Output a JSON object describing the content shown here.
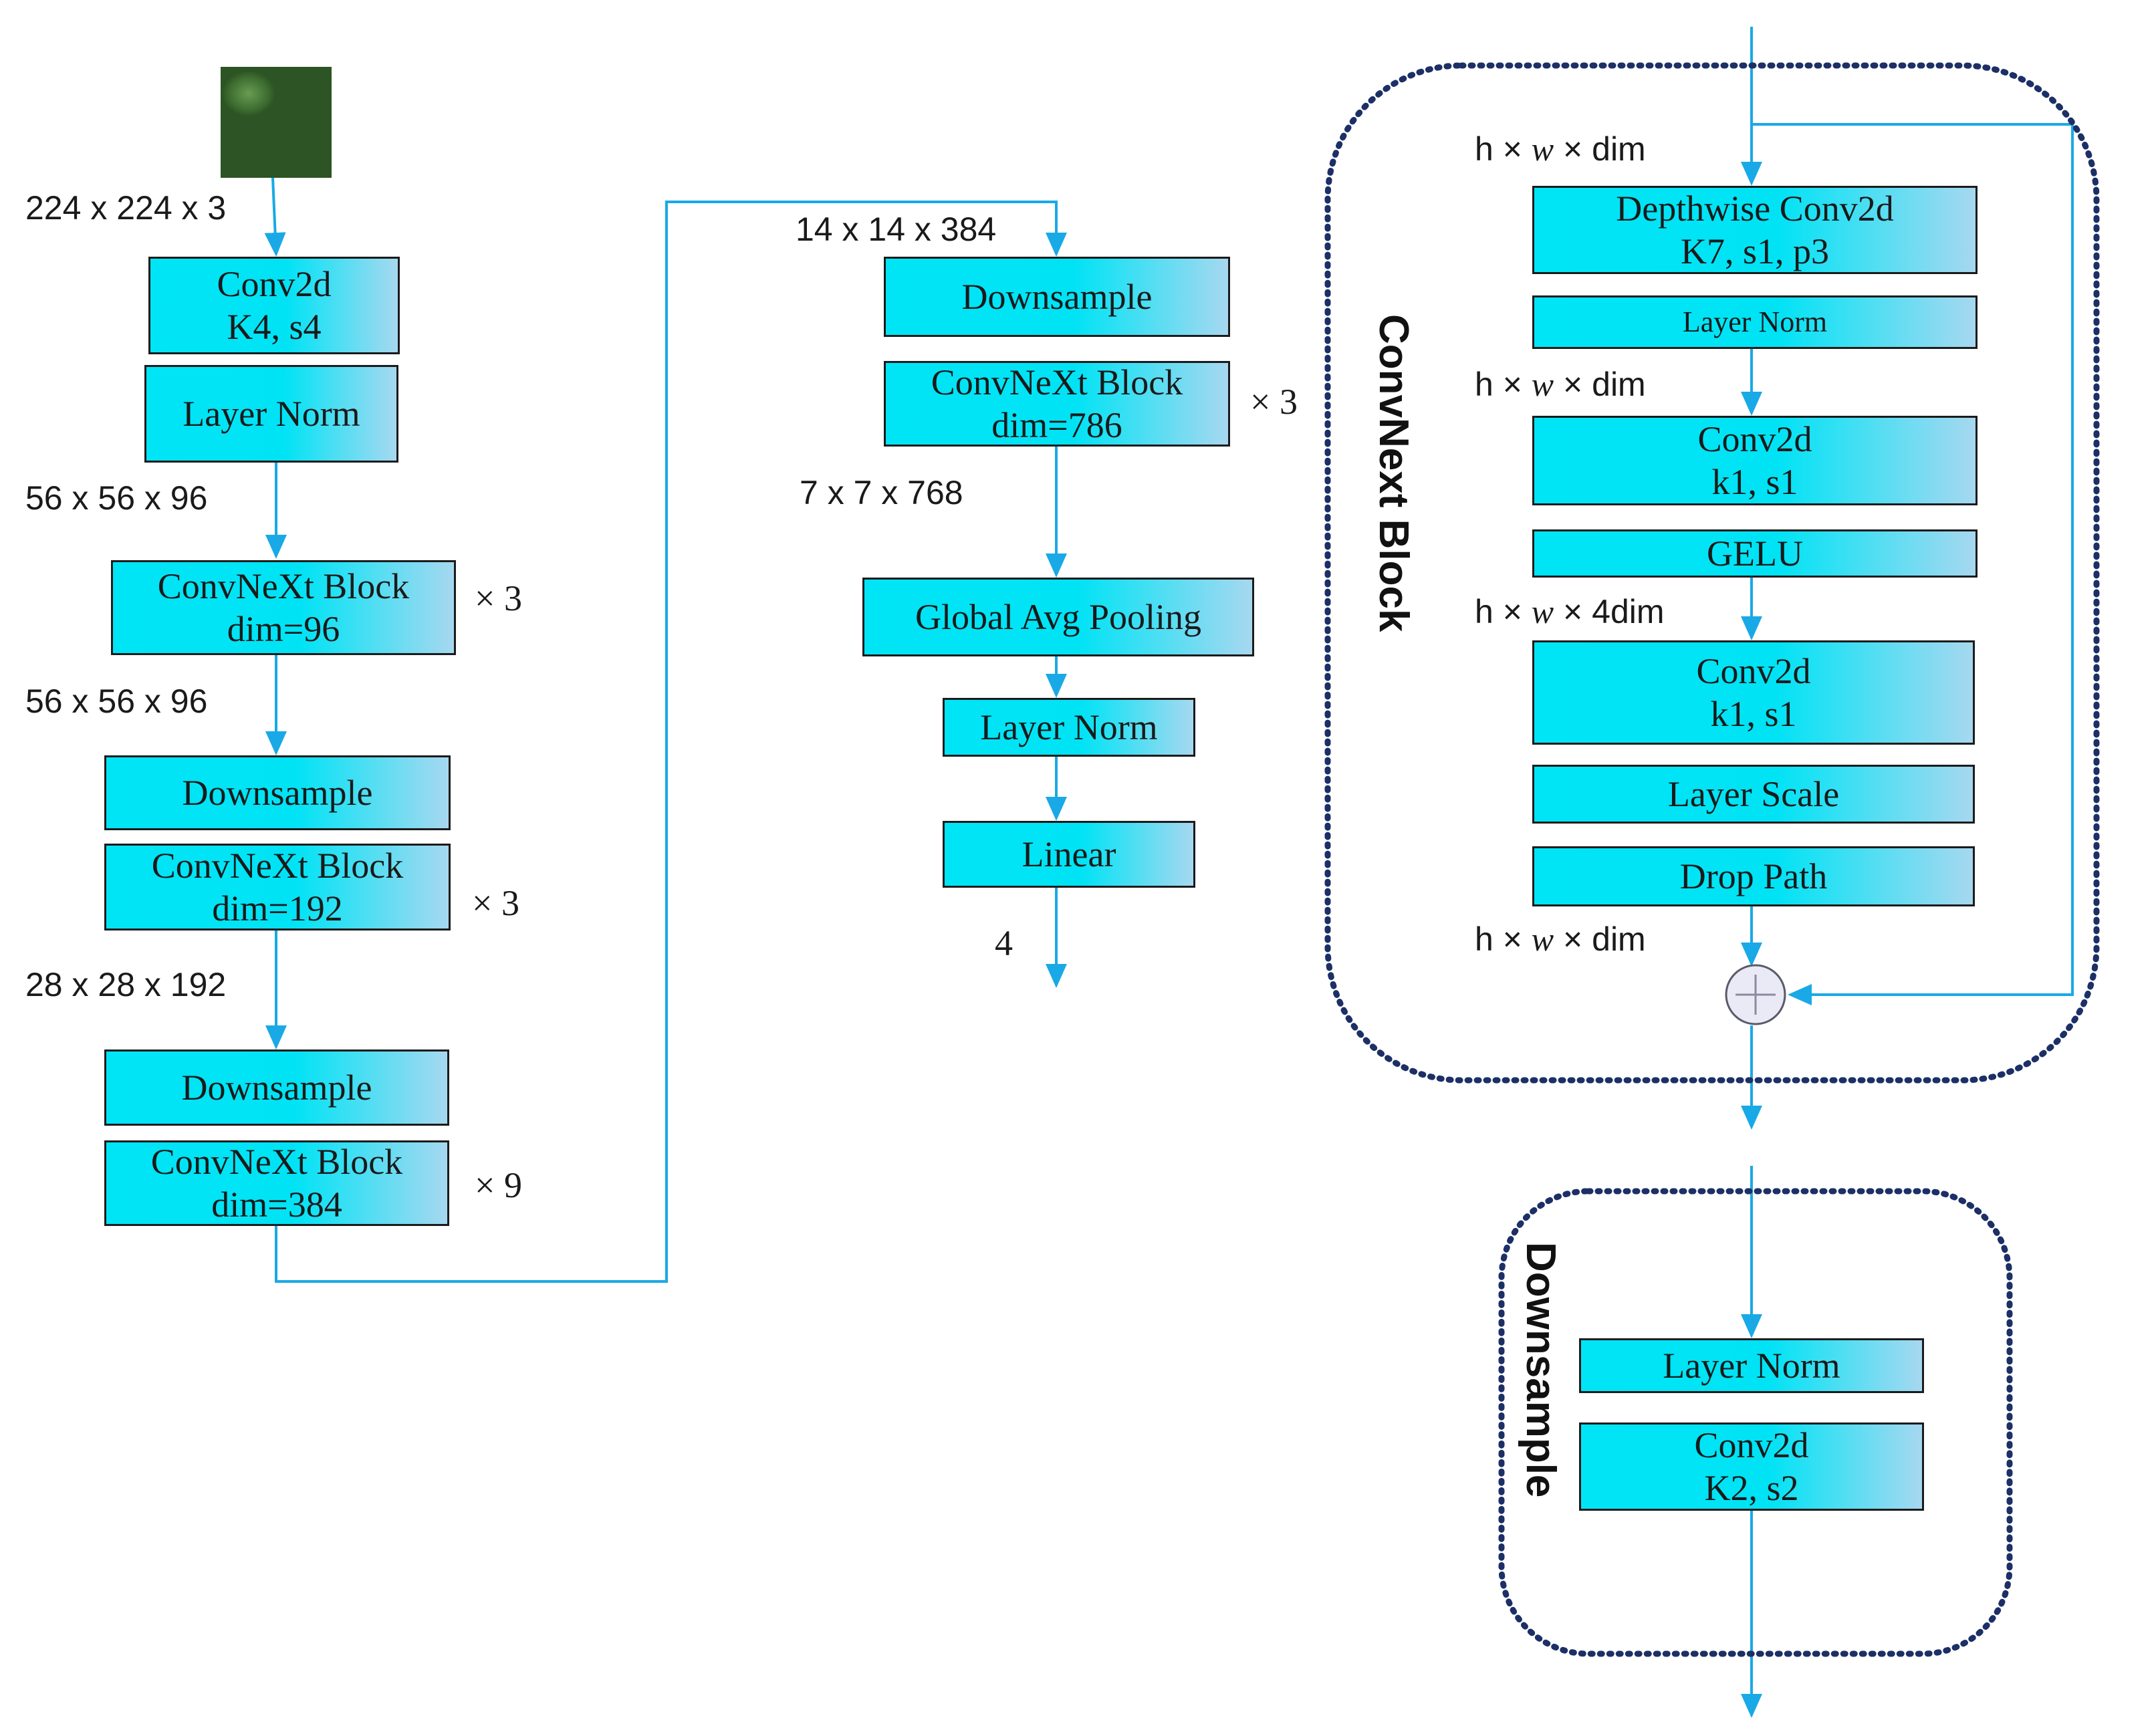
{
  "input": {
    "shape": "224 x 224 x 3",
    "image_desc_icon": "leaf-texture-thumbnail"
  },
  "stem": {
    "conv_l1": "Conv2d",
    "conv_l2": "K4,  s4",
    "norm": "Layer Norm",
    "out_shape": "56 x 56 x 96"
  },
  "stage1": {
    "block_l1": "ConvNeXt Block",
    "block_l2": "dim=96",
    "repeat": "× 3",
    "out_shape": "56 x 56 x 96"
  },
  "stage2": {
    "down": "Downsample",
    "block_l1": "ConvNeXt Block",
    "block_l2": "dim=192",
    "repeat": "× 3",
    "out_shape": "28 x 28 x 192"
  },
  "stage3": {
    "down": "Downsample",
    "block_l1": "ConvNeXt Block",
    "block_l2": "dim=384",
    "repeat": "× 9"
  },
  "stage4": {
    "in_shape": "14 x 14 x 384",
    "down": "Downsample",
    "block_l1": "ConvNeXt Block",
    "block_l2": "dim=786",
    "repeat": "× 3",
    "out_shape": "7 x 7 x 768"
  },
  "head": {
    "pool": "Global Avg Pooling",
    "norm": "Layer Norm",
    "linear": "Linear",
    "output": "4"
  },
  "convnext_block": {
    "title": "ConvNext Block",
    "dim_1": {
      "a": "h  × ",
      "b": "w",
      "c": " × dim"
    },
    "dwconv_l1": "Depthwise Conv2d",
    "dwconv_l2": "K7,  s1,  p3",
    "norm": "Layer Norm",
    "dim_2": {
      "a": "h  × ",
      "b": "w",
      "c": " × dim"
    },
    "pw1_l1": "Conv2d",
    "pw1_l2": "k1,  s1",
    "gelu": "GELU",
    "dim_3": {
      "a": "h  × ",
      "b": "w",
      "c": " × 4dim"
    },
    "pw2_l1": "Conv2d",
    "pw2_l2": "k1,  s1",
    "layer_scale": "Layer Scale",
    "drop_path": "Drop Path",
    "dim_4": {
      "a": "h  × ",
      "b": "w",
      "c": " × dim"
    },
    "add_icon": "plus-circle-icon"
  },
  "downsample_block": {
    "title": "Downsample",
    "norm": "Layer Norm",
    "conv_l1": "Conv2d",
    "conv_l2": "K2,  s2"
  },
  "colors": {
    "wire": "#19a9e6",
    "box_fill": "#00e5f6",
    "box_fill_end": "#a6d8f0",
    "border": "#1b1b1b",
    "dotted_frame": "#1c2f66"
  }
}
